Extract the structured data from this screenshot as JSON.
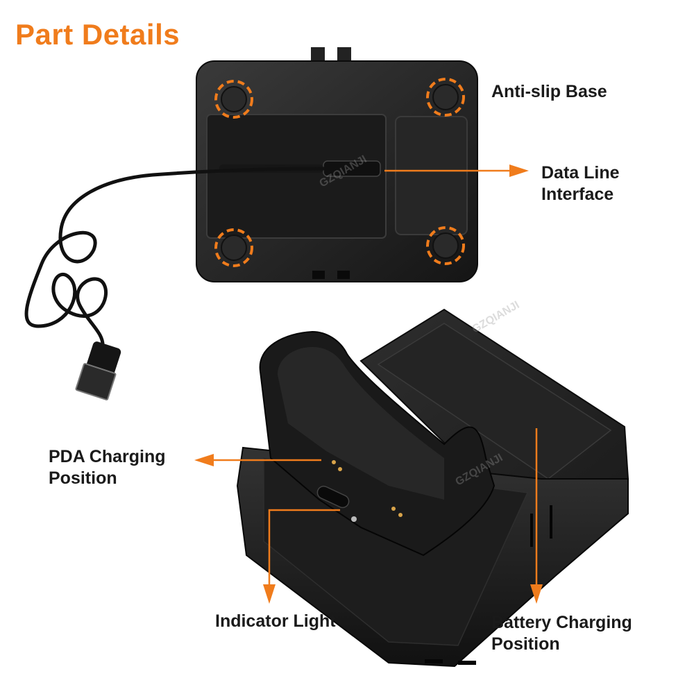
{
  "title": "Part Details",
  "accent_color": "#f07c1c",
  "watermark": "GZQIANJI",
  "labels": {
    "anti_slip": "Anti-slip Base",
    "data_line_1": "Data Line",
    "data_line_2": "Interface",
    "pda_1": "PDA Charging",
    "pda_2": "Position",
    "indicator": "Indicator Light",
    "battery_1": "Battery Charging",
    "battery_2": "Position"
  }
}
